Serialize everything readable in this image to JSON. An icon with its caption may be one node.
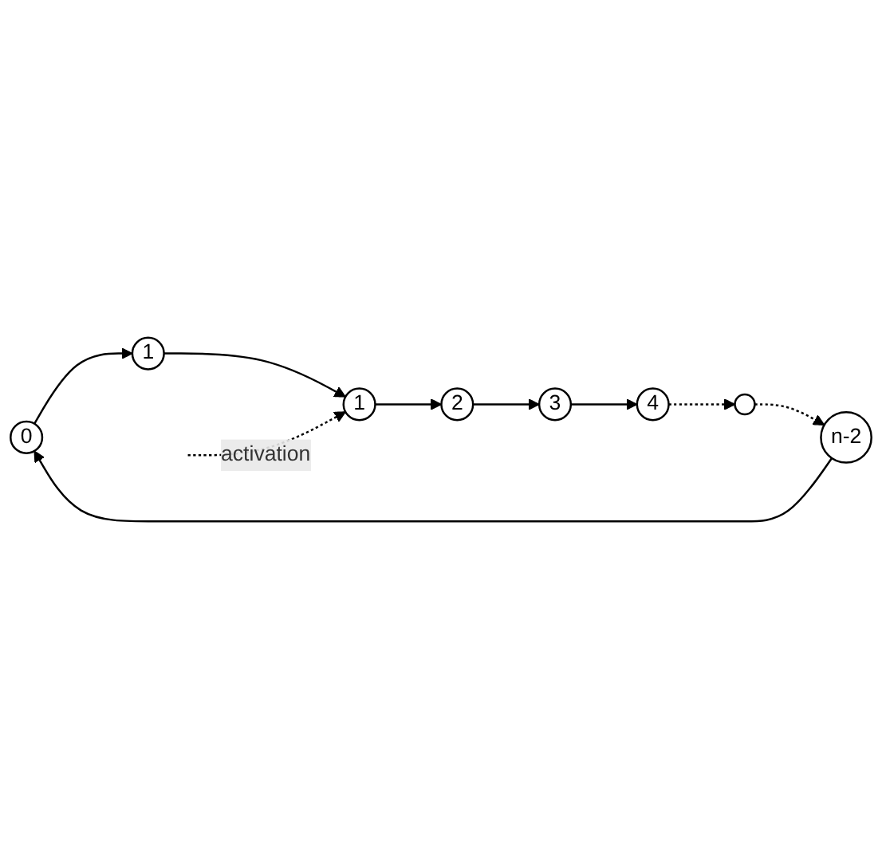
{
  "diagram": {
    "nodes": [
      {
        "text": [
          "0"
        ]
      },
      {
        "text": [
          "1"
        ]
      },
      {
        "text": [
          "1"
        ]
      },
      {
        "text": [
          "2"
        ]
      },
      {
        "text": [
          "3"
        ]
      },
      {
        "text": [
          "4"
        ]
      },
      {
        "text": [],
        "shape": "circle"
      },
      {
        "text": [
          "n-2"
        ]
      }
    ],
    "edges": [
      {
        "from": 0,
        "to": 1,
        "arrow": "to"
      },
      {
        "from": 1,
        "to": 2,
        "arrow": "to"
      },
      {
        "from": 2,
        "to": 3,
        "arrow": "to"
      },
      {
        "from": 3,
        "to": 4,
        "arrow": "to"
      },
      {
        "from": 4,
        "to": 5,
        "arrow": "to"
      },
      {
        "from": 5,
        "to": 6,
        "arrow": "to",
        "style": "dashed"
      },
      {
        "from": 6,
        "to": 7,
        "arrow": "to",
        "style": "dashed"
      },
      {
        "from": 7,
        "to": 0,
        "arrow": "to"
      },
      {
        "from": null,
        "to": 2,
        "arrow": "to",
        "style": "dashed",
        "label": "activation"
      }
    ]
  }
}
